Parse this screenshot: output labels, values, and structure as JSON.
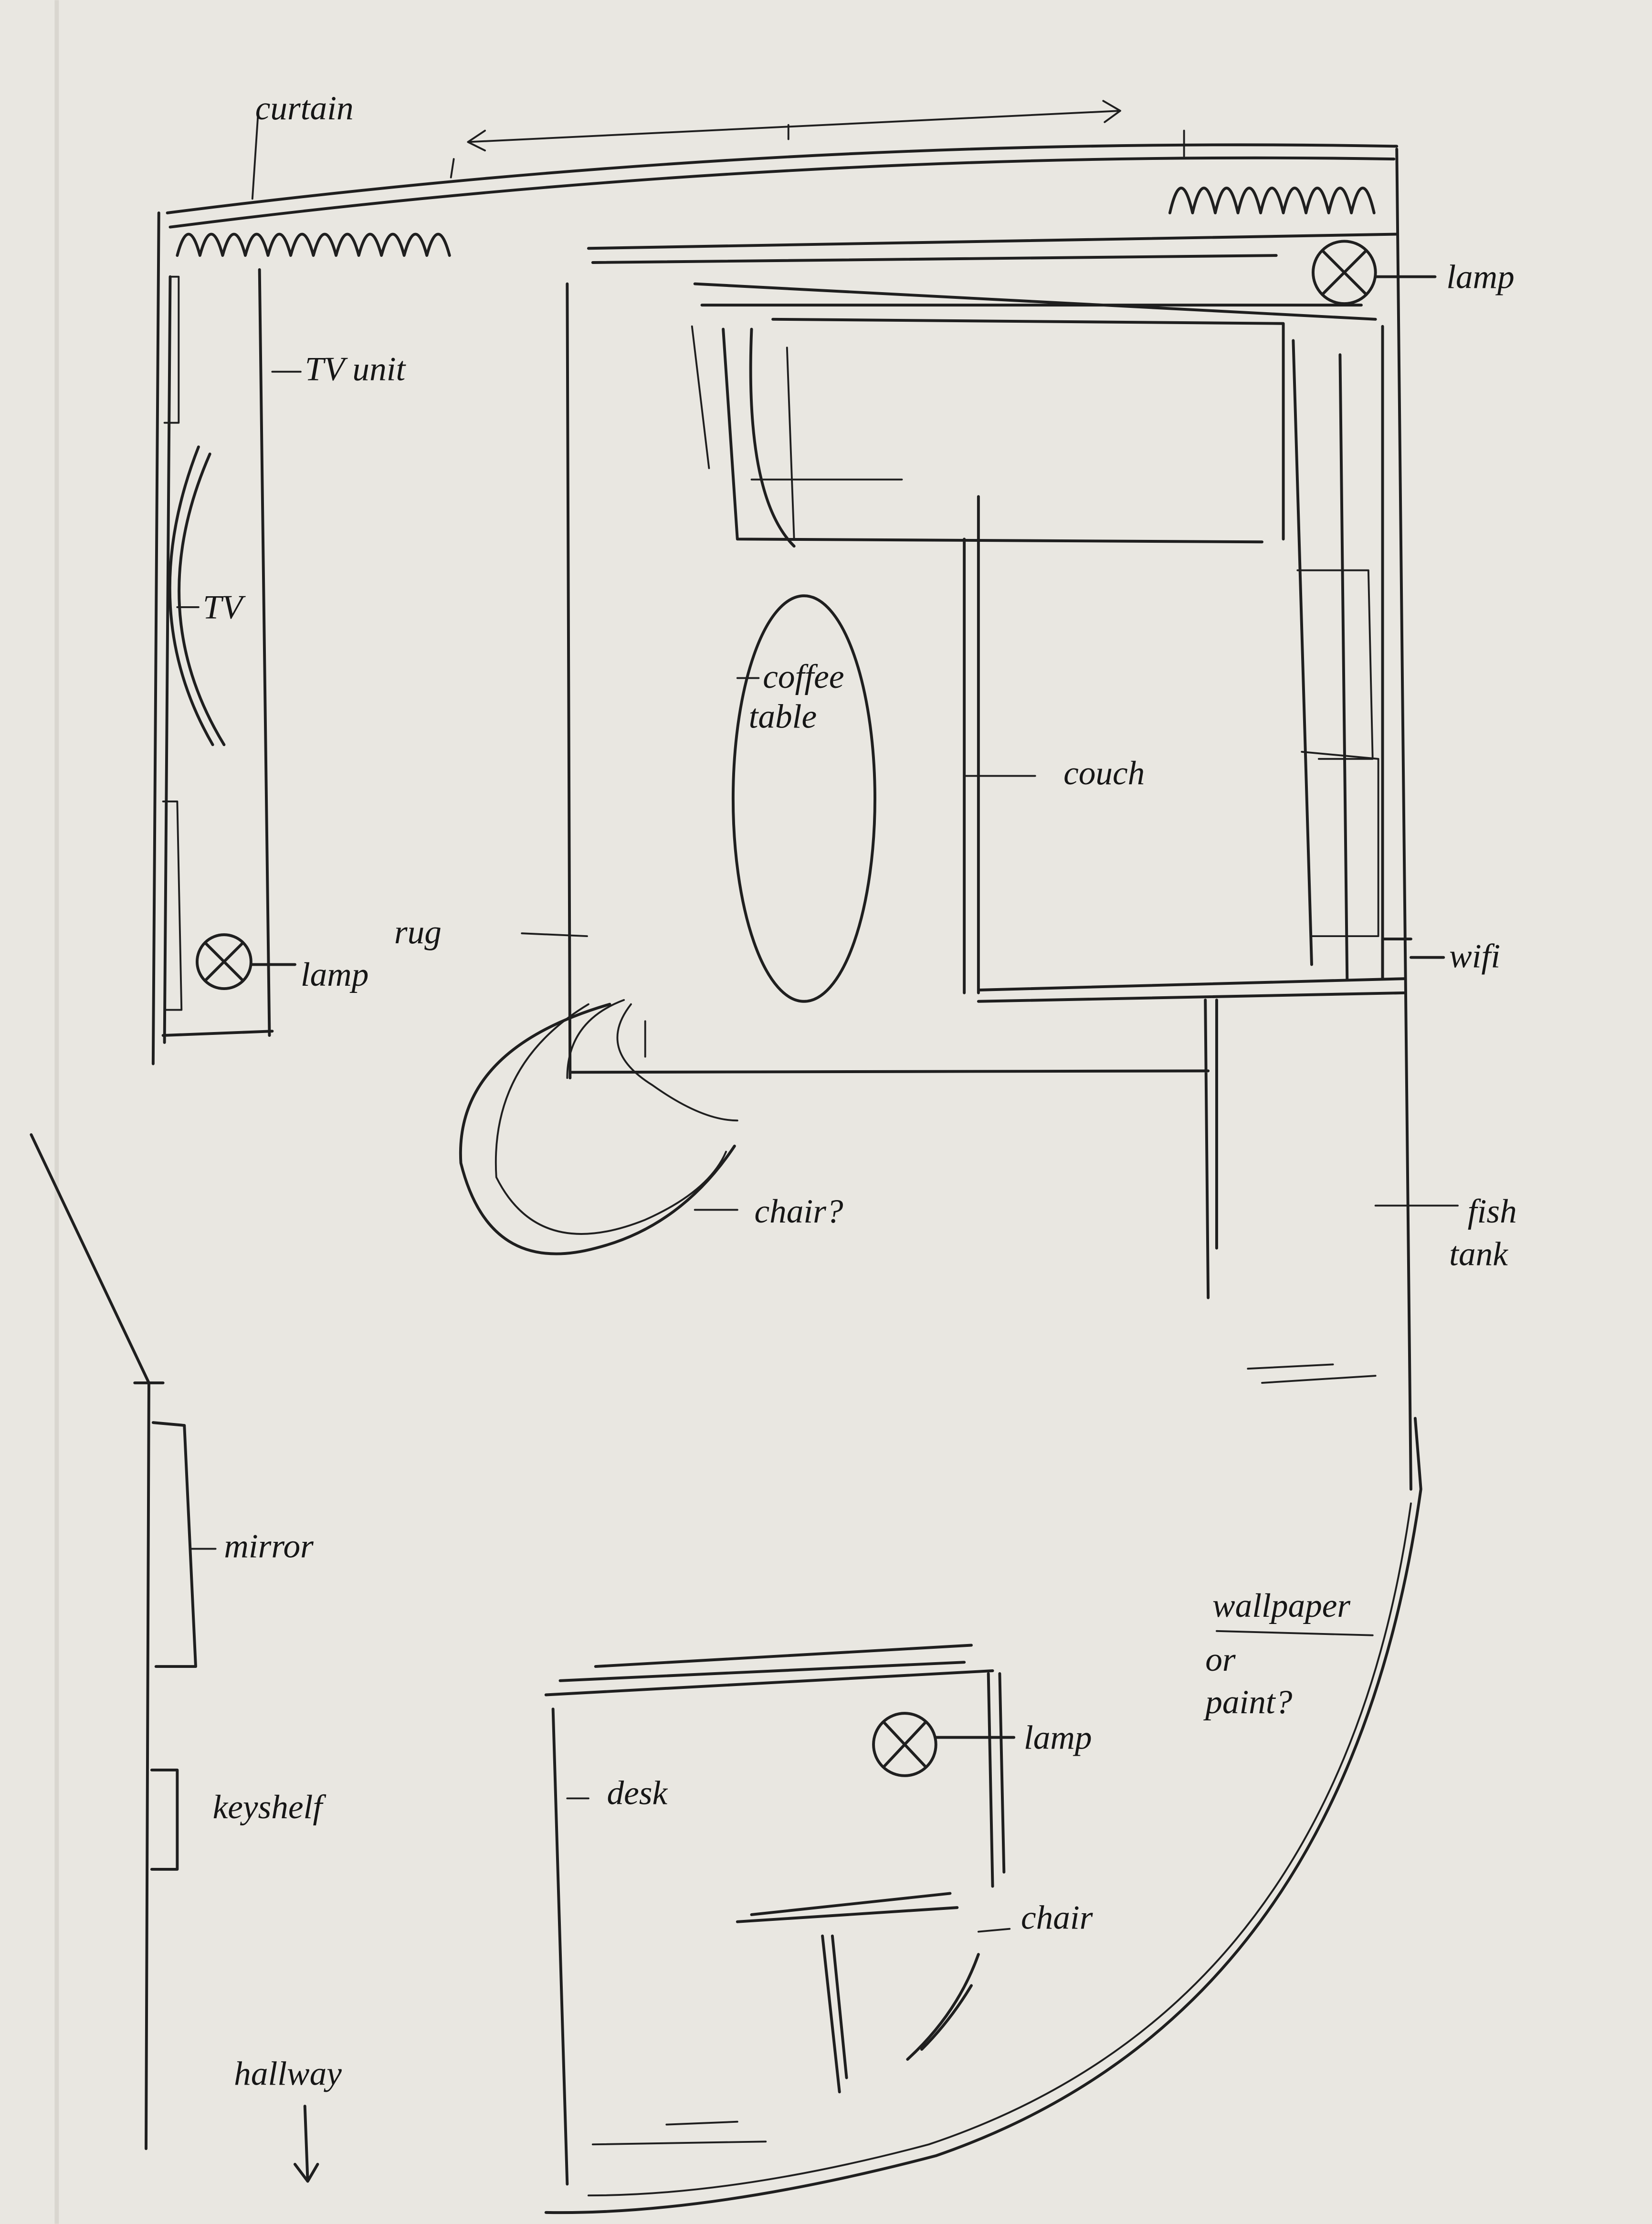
{
  "title": "Living room floor plan sketch",
  "labels": {
    "curtain": "curtain",
    "tv_unit": "TV unit",
    "tv": "TV",
    "lamp_left": "lamp",
    "lamp_top_right": "lamp",
    "lamp_desk": "lamp",
    "rug": "rug",
    "coffee_table_line1": "coffee",
    "coffee_table_line2": "table",
    "couch": "couch",
    "wifi": "wifi",
    "chair_question": "chair?",
    "fish_tank_line1": "fish",
    "fish_tank_line2": "tank",
    "wallpaper_line1": "wallpaper",
    "wallpaper_line2": "or",
    "wallpaper_line3": "paint?",
    "mirror": "mirror",
    "keyshelf": "keyshelf",
    "desk": "desk",
    "chair": "chair",
    "hallway": "hallway"
  },
  "colors": {
    "paper": "#e9e7e1",
    "ink": "#1f1f1f"
  }
}
